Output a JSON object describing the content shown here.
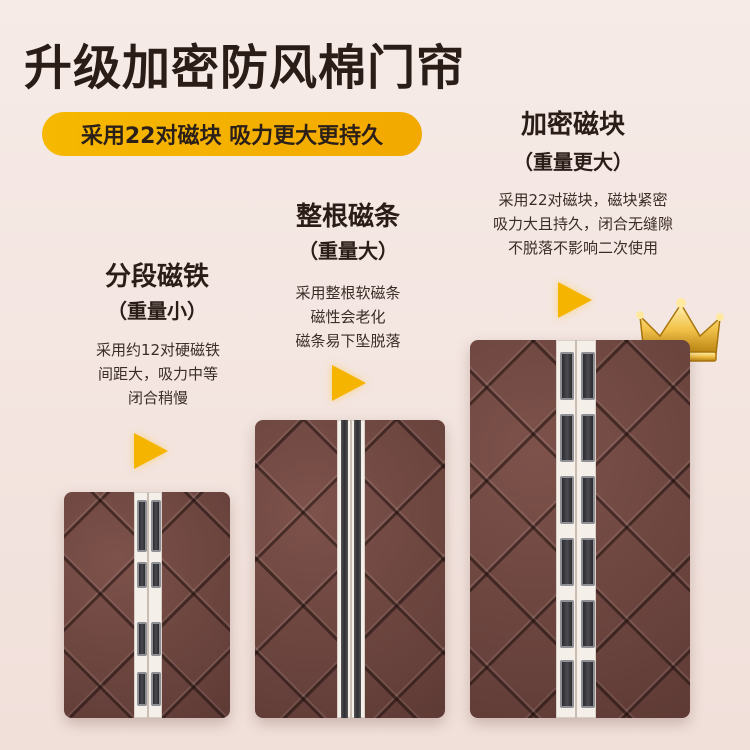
{
  "title": "升级加密防风棉门帘",
  "banner": "采用22对磁块 吸力更大更持久",
  "tiers": [
    {
      "name": "分段磁铁",
      "weight": "（重量小）",
      "desc": [
        "采用约12对硬磁铁",
        "间距大，吸力中等",
        "闭合稍慢"
      ]
    },
    {
      "name": "整根磁条",
      "weight": "（重量大）",
      "desc": [
        "采用整根软磁条",
        "磁性会老化",
        "磁条易下坠脱落"
      ]
    },
    {
      "name": "加密磁块",
      "weight": "（重量更大）",
      "desc": [
        "采用22对磁块，磁块紧密",
        "吸力大且持久，闭合无缝隙",
        "不脱落不影响二次使用"
      ]
    }
  ],
  "colors": {
    "accent": "#f5b400",
    "panel": "#6d4540",
    "title_text": "#2a1d18",
    "background": "#f5e9e5"
  },
  "icons": [
    "arrow-right-icon",
    "crown-icon"
  ]
}
